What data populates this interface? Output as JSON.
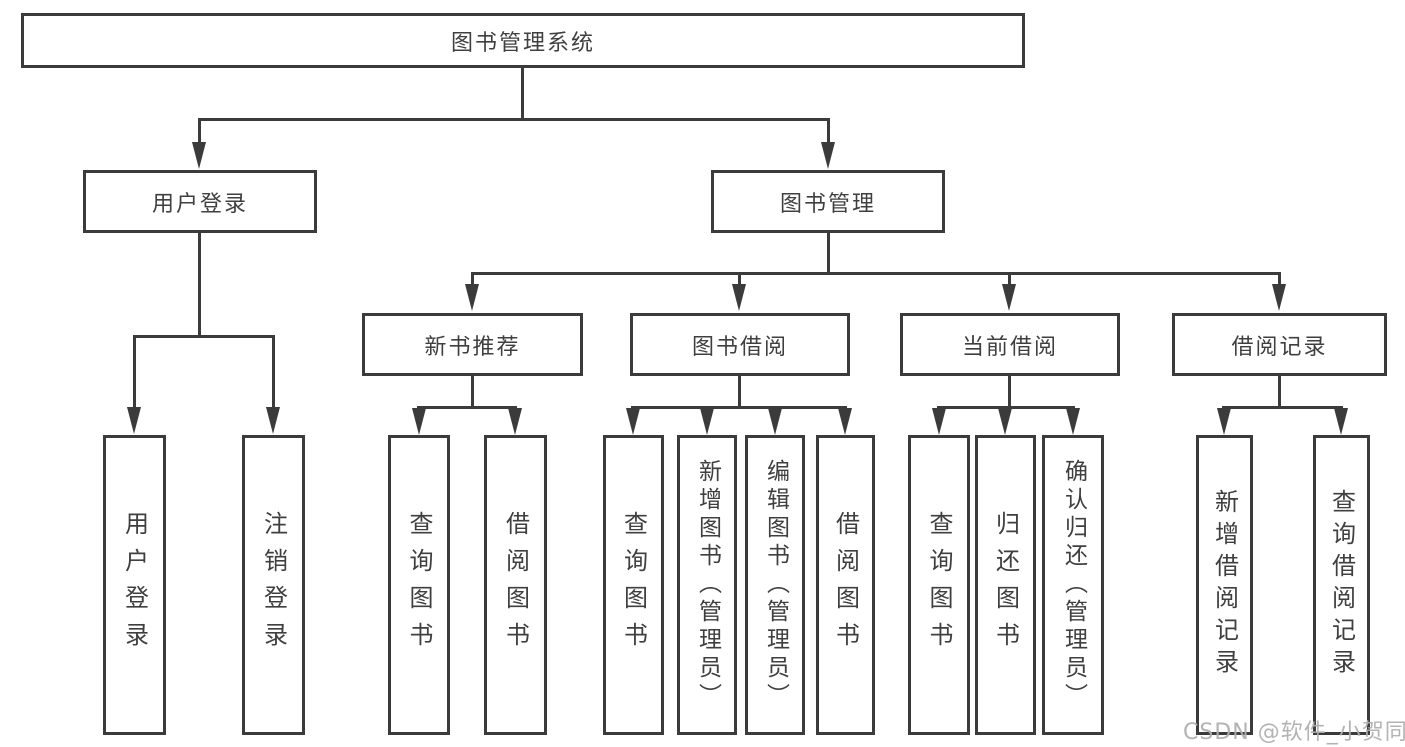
{
  "diagram": {
    "root": {
      "label": "图书管理系统"
    },
    "level2": [
      {
        "label": "用户登录"
      },
      {
        "label": "图书管理"
      }
    ],
    "level3": [
      {
        "label": "新书推荐"
      },
      {
        "label": "图书借阅"
      },
      {
        "label": "当前借阅"
      },
      {
        "label": "借阅记录"
      }
    ],
    "leaves": {
      "user_login": [
        {
          "label": "用户登录"
        },
        {
          "label": "注销登录"
        }
      ],
      "new_books": [
        {
          "label": "查询图书"
        },
        {
          "label": "借阅图书"
        }
      ],
      "book_borrow": [
        {
          "label": "查询图书"
        },
        {
          "label": "新增图书（管理员）"
        },
        {
          "label": "编辑图书（管理员）"
        },
        {
          "label": "借阅图书"
        }
      ],
      "current_borrow": [
        {
          "label": "查询图书"
        },
        {
          "label": "归还图书"
        },
        {
          "label": "确认归还（管理员）"
        }
      ],
      "borrow_records": [
        {
          "label": "新增借阅记录"
        },
        {
          "label": "查询借阅记录"
        }
      ]
    },
    "watermark": "CSDN @软件_小贺同学",
    "colors": {
      "line": "#3b3b3b",
      "text": "#3f3f3f",
      "watermark": "#afafaf",
      "background": "#ffffff"
    }
  }
}
